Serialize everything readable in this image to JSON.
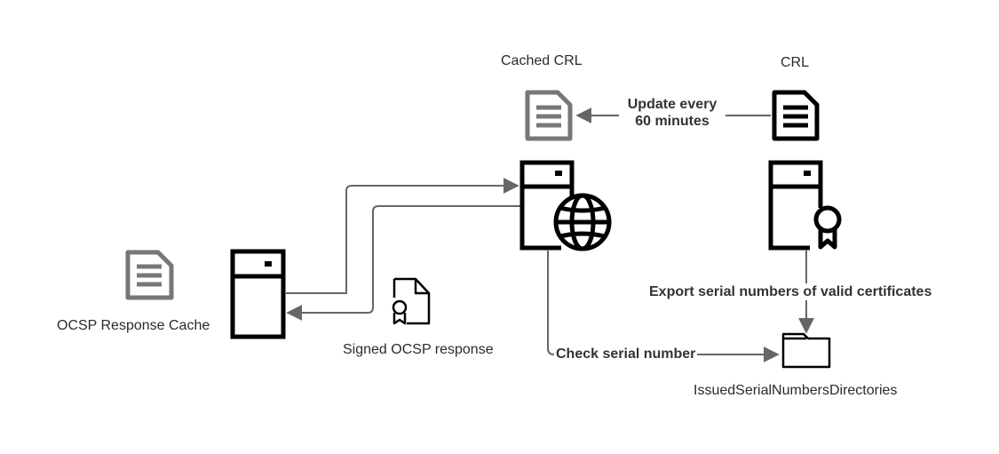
{
  "nodes": {
    "cached_crl": {
      "label": "Cached CRL"
    },
    "crl": {
      "label": "CRL"
    },
    "ocsp_cache": {
      "label": "OCSP Response Cache"
    },
    "signed_response": {
      "label": "Signed OCSP response"
    },
    "issued_dirs": {
      "label": "IssuedSerialNumbersDirectories"
    }
  },
  "edges": {
    "update": {
      "line1": "Update every",
      "line2": "60 minutes"
    },
    "export": {
      "label": "Export serial numbers of valid certificates"
    },
    "check": {
      "label": "Check serial number"
    }
  },
  "colors": {
    "stroke_dark": "#000000",
    "stroke_gray": "#777777",
    "arrow": "#666666"
  }
}
